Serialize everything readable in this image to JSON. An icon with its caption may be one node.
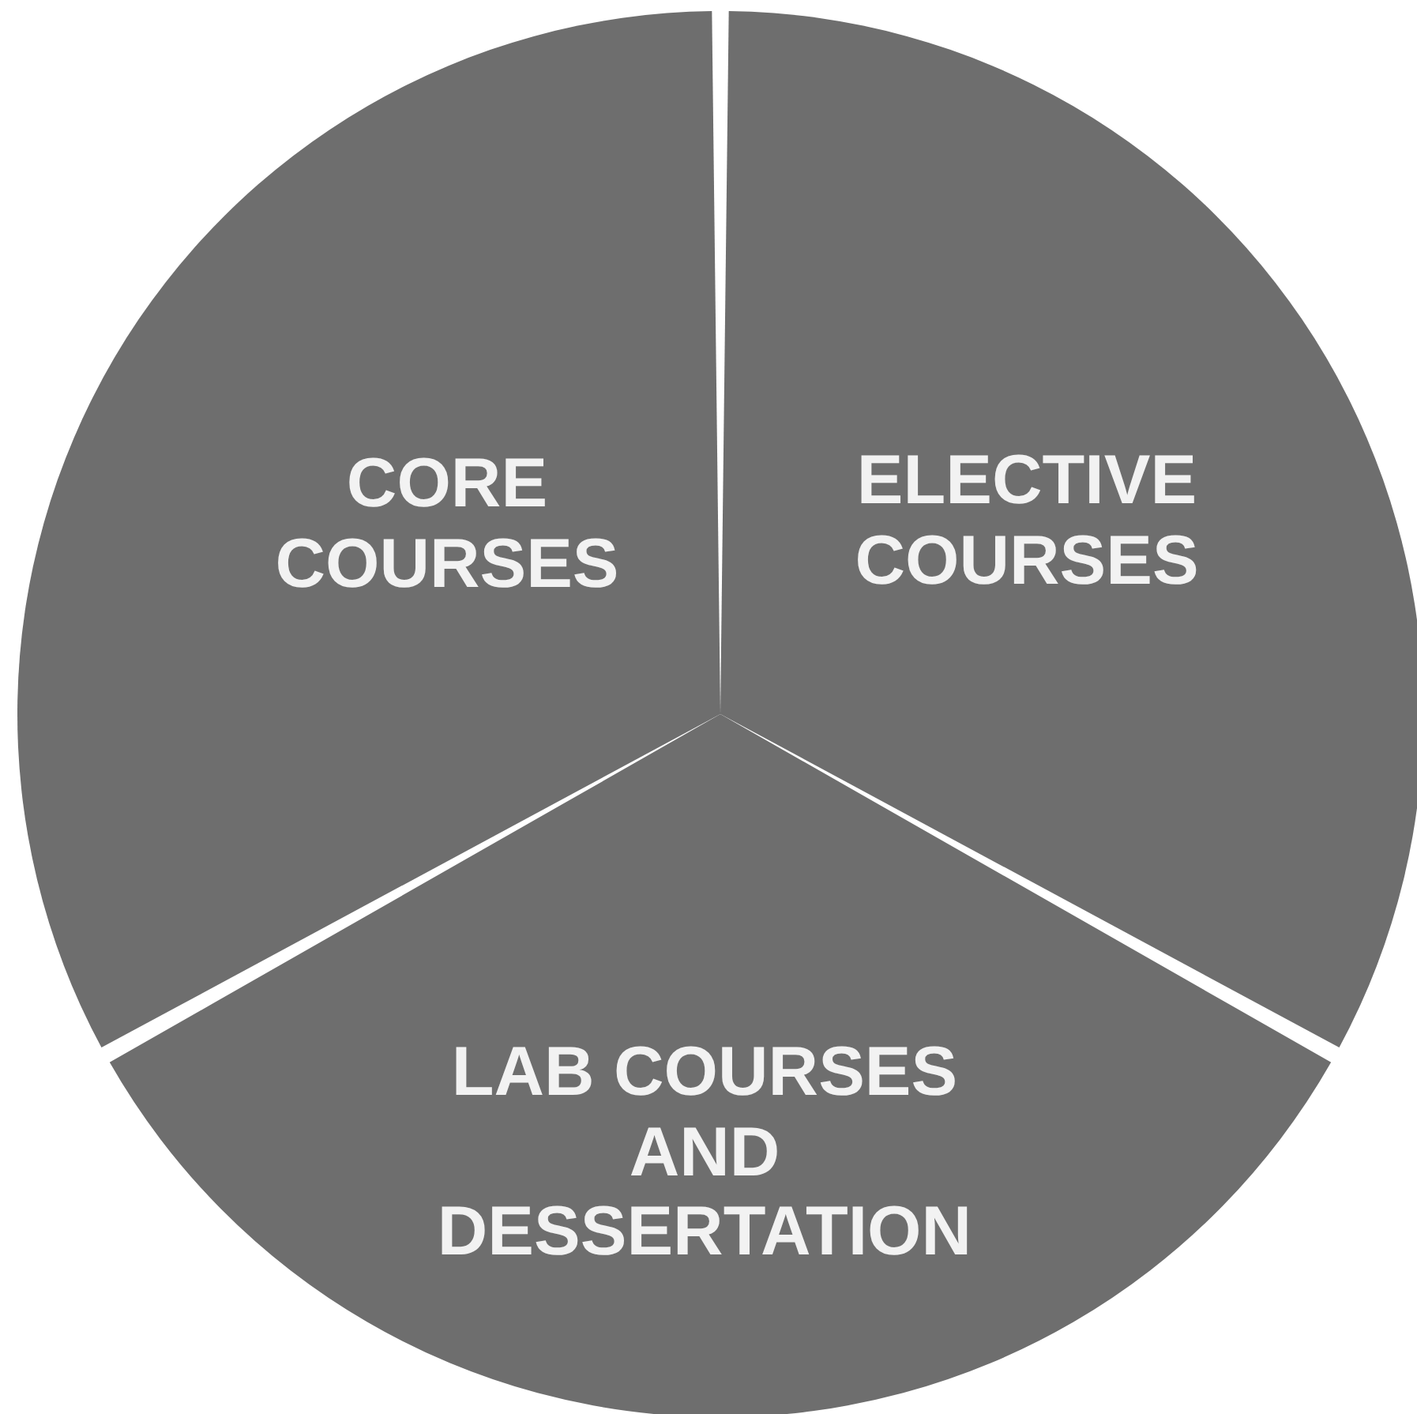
{
  "diagram": {
    "nodes": [
      {
        "text": [
          "CORE COURSES"
        ]
      },
      {
        "text": [
          "ELECTIVE COURSES"
        ]
      },
      {
        "text": [
          "LAB COURSES AND DESSERTATION"
        ]
      }
    ]
  }
}
